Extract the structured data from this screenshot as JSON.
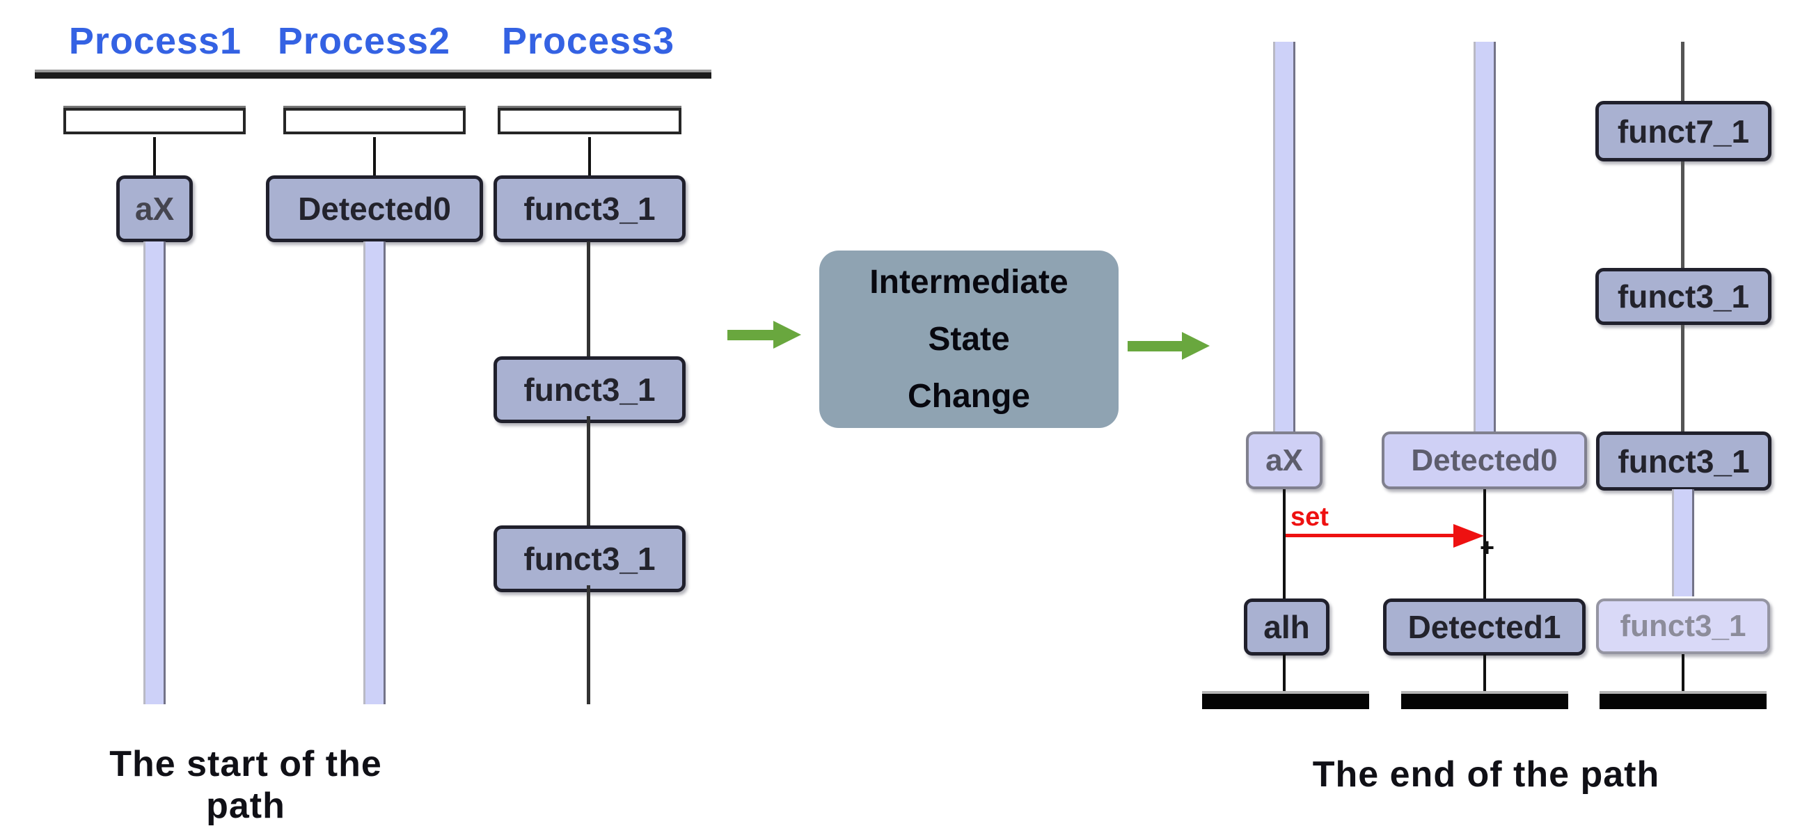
{
  "left_diagram": {
    "process_headers": [
      "Process1",
      "Process2",
      "Process3"
    ],
    "col1_box": "aX",
    "col2_box": "Detected0",
    "col3_boxes": [
      "funct3_1",
      "funct3_1",
      "funct3_1"
    ],
    "caption": "The start of the path"
  },
  "transition": {
    "box_lines": [
      "Intermediate",
      "State",
      "Change"
    ],
    "box_fill": "#8fa3b2",
    "arrow_color": "#69a73e"
  },
  "right_diagram": {
    "col3_upper_boxes": [
      "funct7_1",
      "funct3_1"
    ],
    "mid_row_boxes": [
      "aX",
      "Detected0",
      "funct3_1"
    ],
    "message_label": "set",
    "message_color": "#ee1111",
    "footnote_mark": "+",
    "low_row_boxes": [
      "alh",
      "Detected1",
      "funct3_1"
    ],
    "caption": "The end of the path"
  },
  "palette": {
    "header_blue": "#3462e3",
    "box_fill_medium": "#a9b1d1",
    "box_fill_light": "#cfd0f5",
    "box_fill_lightest": "#d9d9f7",
    "activation_fill": "#cdd1f8",
    "stop_bar_black": "#040404"
  }
}
